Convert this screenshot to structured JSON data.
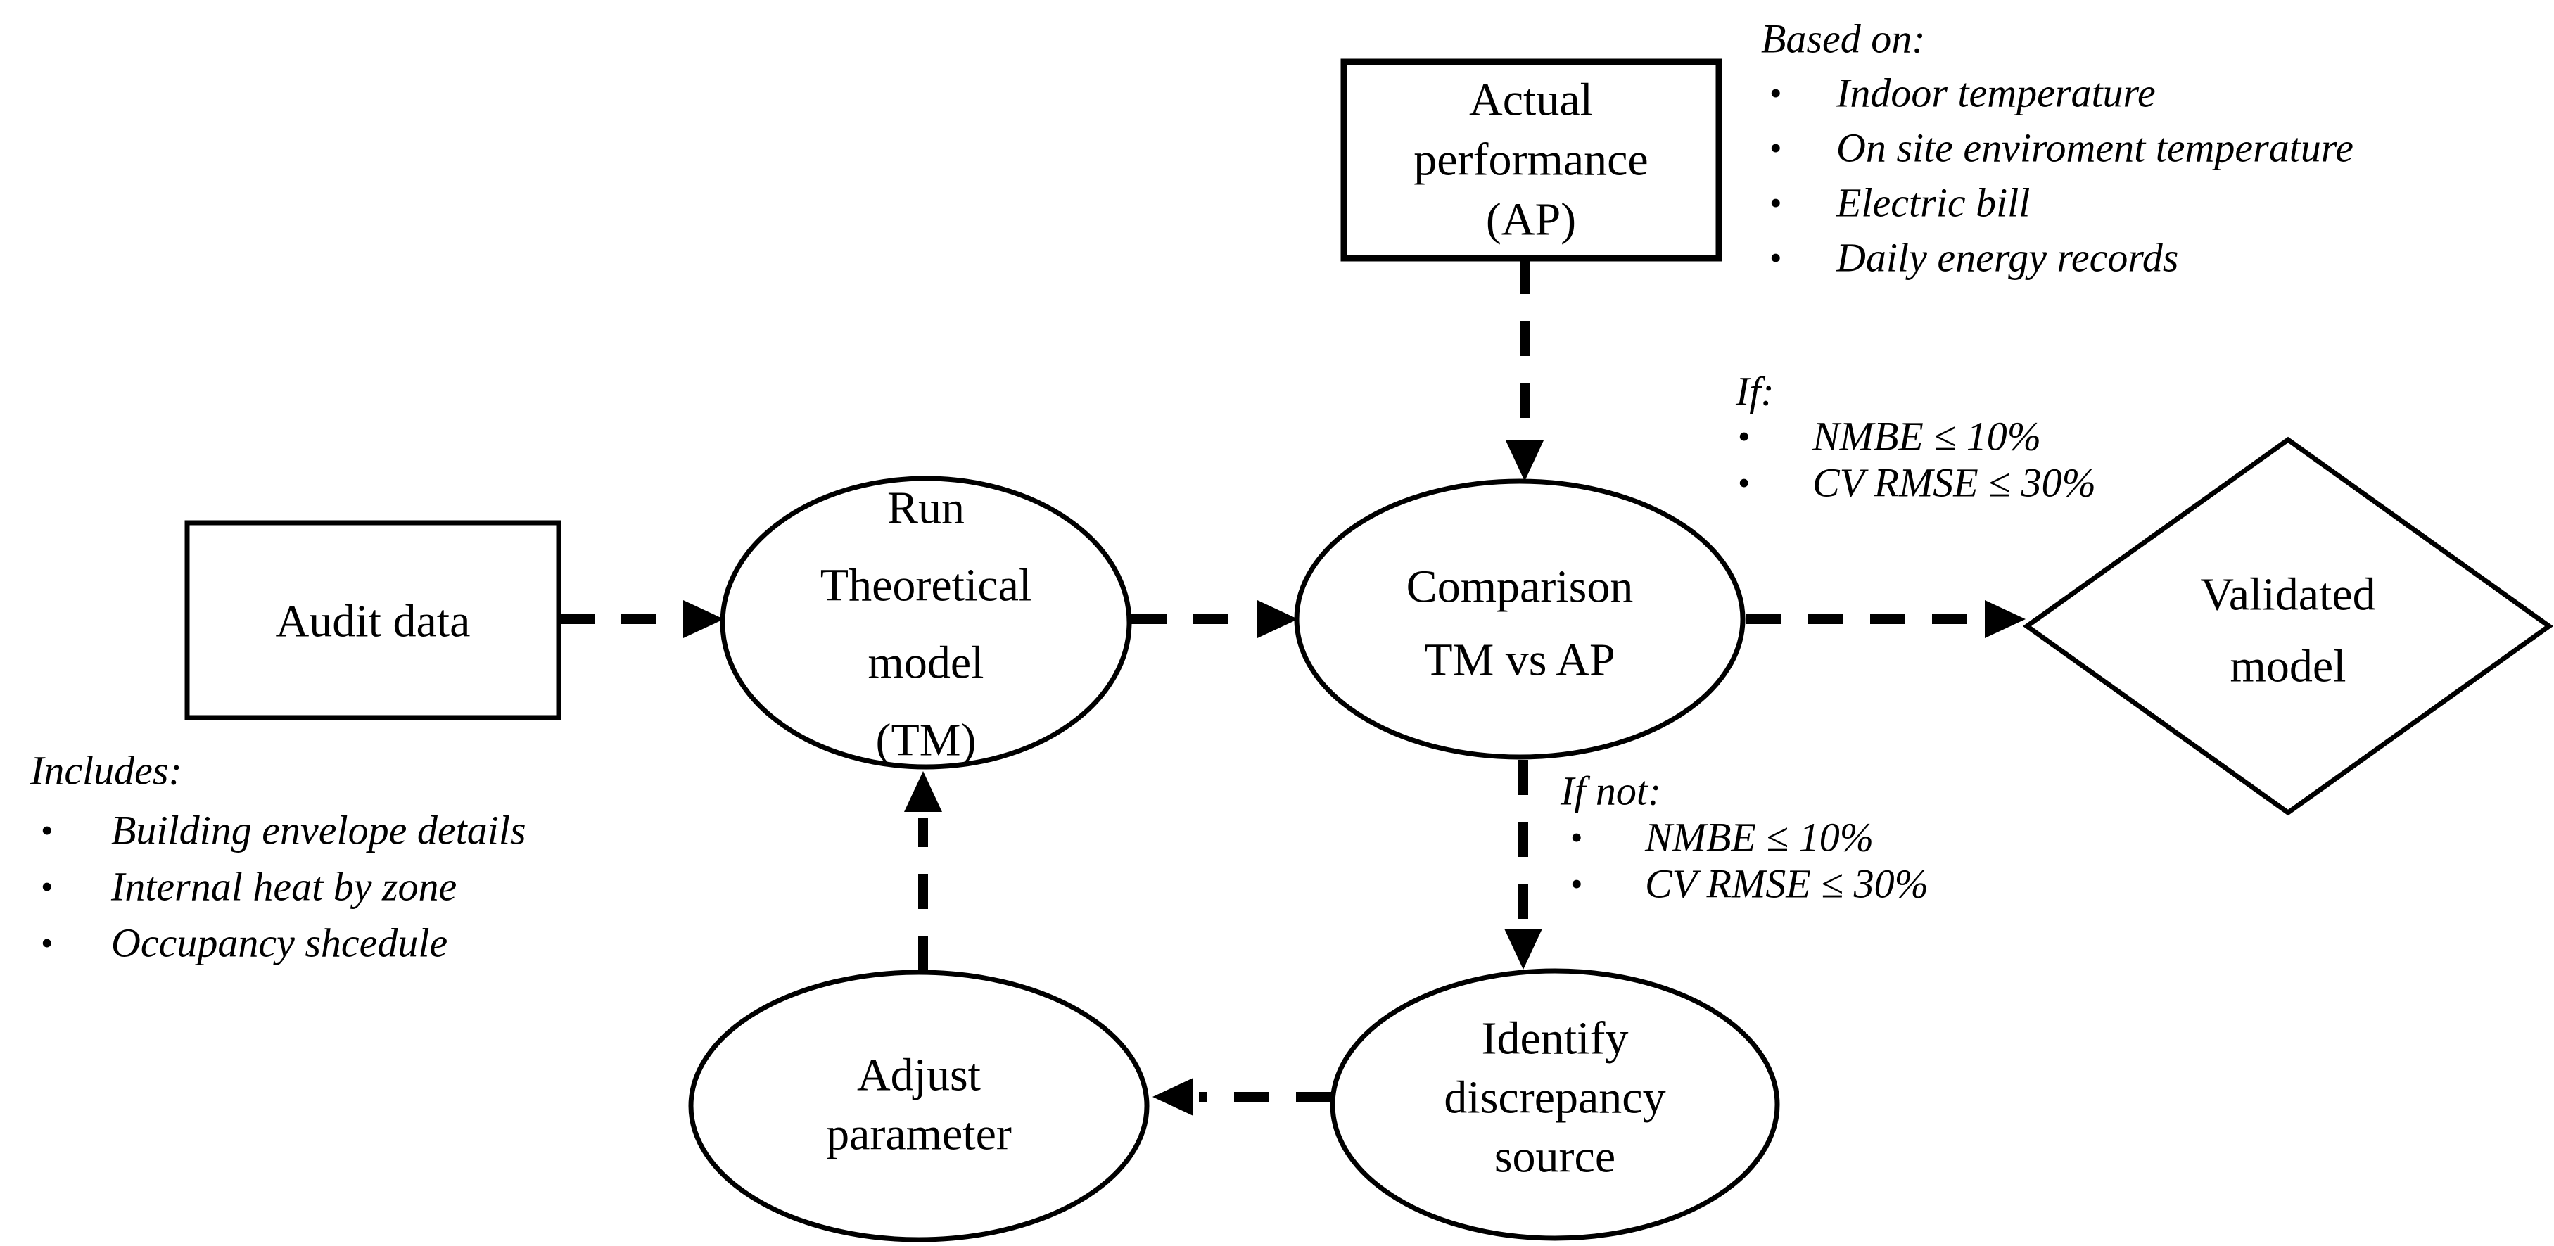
{
  "page": {
    "background_color": "#ffffff",
    "line_color": "#000000",
    "bullet_char": "•"
  },
  "nodes": {
    "audit_data": {
      "shape": "rectangle",
      "lines": [
        "Audit data"
      ]
    },
    "run_theoretical_model": {
      "shape": "ellipse",
      "lines": [
        "Run",
        "Theoretical",
        "model",
        "(TM)"
      ]
    },
    "actual_performance": {
      "shape": "rectangle",
      "lines": [
        "Actual",
        "performance",
        "(AP)"
      ]
    },
    "comparison": {
      "shape": "ellipse",
      "lines": [
        "Comparison",
        "TM vs AP"
      ]
    },
    "validated_model": {
      "shape": "diamond",
      "lines": [
        "Validated",
        "model"
      ]
    },
    "identify_discrepancy_source": {
      "shape": "ellipse",
      "lines": [
        "Identify",
        "discrepancy",
        "source"
      ]
    },
    "adjust_parameter": {
      "shape": "ellipse",
      "lines": [
        "Adjust",
        "parameter"
      ]
    }
  },
  "annotations": {
    "based_on": {
      "title": "Based on:",
      "items": [
        "Indoor temperature",
        "On site enviroment temperature",
        "Electric bill",
        "Daily energy records"
      ]
    },
    "if": {
      "title": "If:",
      "items": [
        "NMBE ≤ 10%",
        "CV RMSE ≤ 30%"
      ]
    },
    "if_not": {
      "title": "If not:",
      "items": [
        "NMBE ≤ 10%",
        "CV RMSE ≤ 30%"
      ]
    },
    "includes": {
      "title": "Includes:",
      "items": [
        "Building envelope details",
        "Internal heat by zone",
        "Occupancy shcedule"
      ]
    }
  },
  "edges": [
    {
      "from": "audit_data",
      "to": "run_theoretical_model",
      "style": "dashed"
    },
    {
      "from": "run_theoretical_model",
      "to": "comparison",
      "style": "dashed"
    },
    {
      "from": "comparison",
      "to": "validated_model",
      "style": "dashed",
      "condition": "if"
    },
    {
      "from": "actual_performance",
      "to": "comparison",
      "style": "dashed"
    },
    {
      "from": "comparison",
      "to": "identify_discrepancy_source",
      "style": "dashed",
      "condition": "if_not"
    },
    {
      "from": "identify_discrepancy_source",
      "to": "adjust_parameter",
      "style": "dashed"
    },
    {
      "from": "adjust_parameter",
      "to": "run_theoretical_model",
      "style": "dashed"
    }
  ]
}
